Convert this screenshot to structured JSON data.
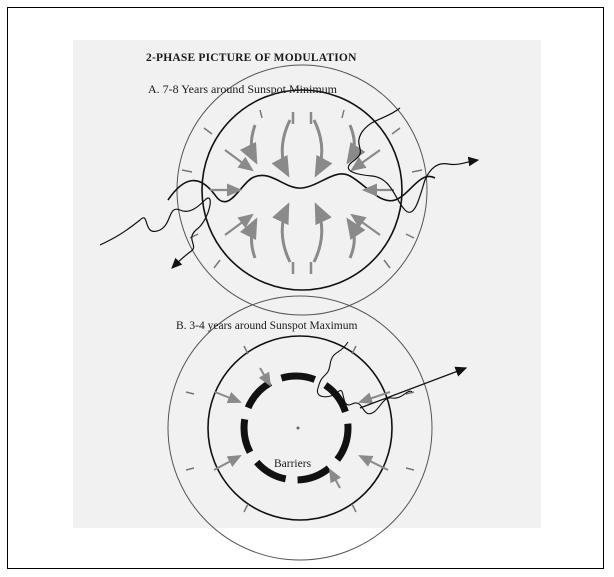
{
  "figure": {
    "title": "2-PHASE PICTURE OF MODULATION",
    "panel_a": {
      "label": "A. 7-8 Years around Sunspot Minimum"
    },
    "panel_b": {
      "label": "B. 3-4 years around Sunspot Maximum",
      "barriers_label": "Barriers"
    }
  },
  "colors": {
    "ink": "#1a1a1a",
    "arrow_grey": "#8a8a8a",
    "scan_bg": "#f1f1f1"
  }
}
